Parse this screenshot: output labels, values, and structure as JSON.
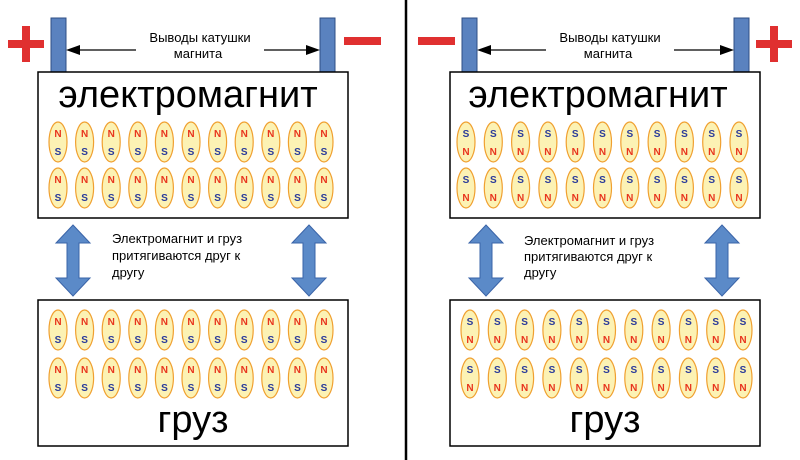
{
  "colors": {
    "north": "#e8351e",
    "south": "#2a3b9a",
    "plus": "#e03030",
    "minus": "#e03030",
    "domain_fill": "#fcf2b4",
    "domain_stroke": "#f0a030",
    "terminal_fill": "#5a82bf",
    "arrow_fill": "#5b8ac8",
    "arrow_stroke": "#3a64a8"
  },
  "panels": [
    {
      "terminal_left_sign": "+",
      "terminal_right_sign": "−",
      "terminal_caption": [
        "Выводы катушки",
        "магнита"
      ],
      "magnet_label": "электромагнит",
      "load_label": "груз",
      "attraction_caption": [
        "Электромагнит и груз",
        "притягиваются друг к",
        "другу"
      ],
      "magnet_domains": {
        "top": "N",
        "bottom": "S",
        "count": 11,
        "rows": 2
      },
      "load_domains": {
        "top": "N",
        "bottom": "S",
        "count": 11,
        "rows": 2
      }
    },
    {
      "terminal_left_sign": "−",
      "terminal_right_sign": "+",
      "terminal_caption": [
        "Выводы катушки",
        "магнита"
      ],
      "magnet_label": "электромагнит",
      "load_label": "груз",
      "attraction_caption": [
        "Электромагнит и груз",
        "притягиваются друг к",
        "другу"
      ],
      "magnet_domains": {
        "top": "S",
        "bottom": "N",
        "count": 11,
        "rows": 2
      },
      "load_domains": {
        "top": "S",
        "bottom": "N",
        "count": 11,
        "rows": 2
      }
    }
  ]
}
